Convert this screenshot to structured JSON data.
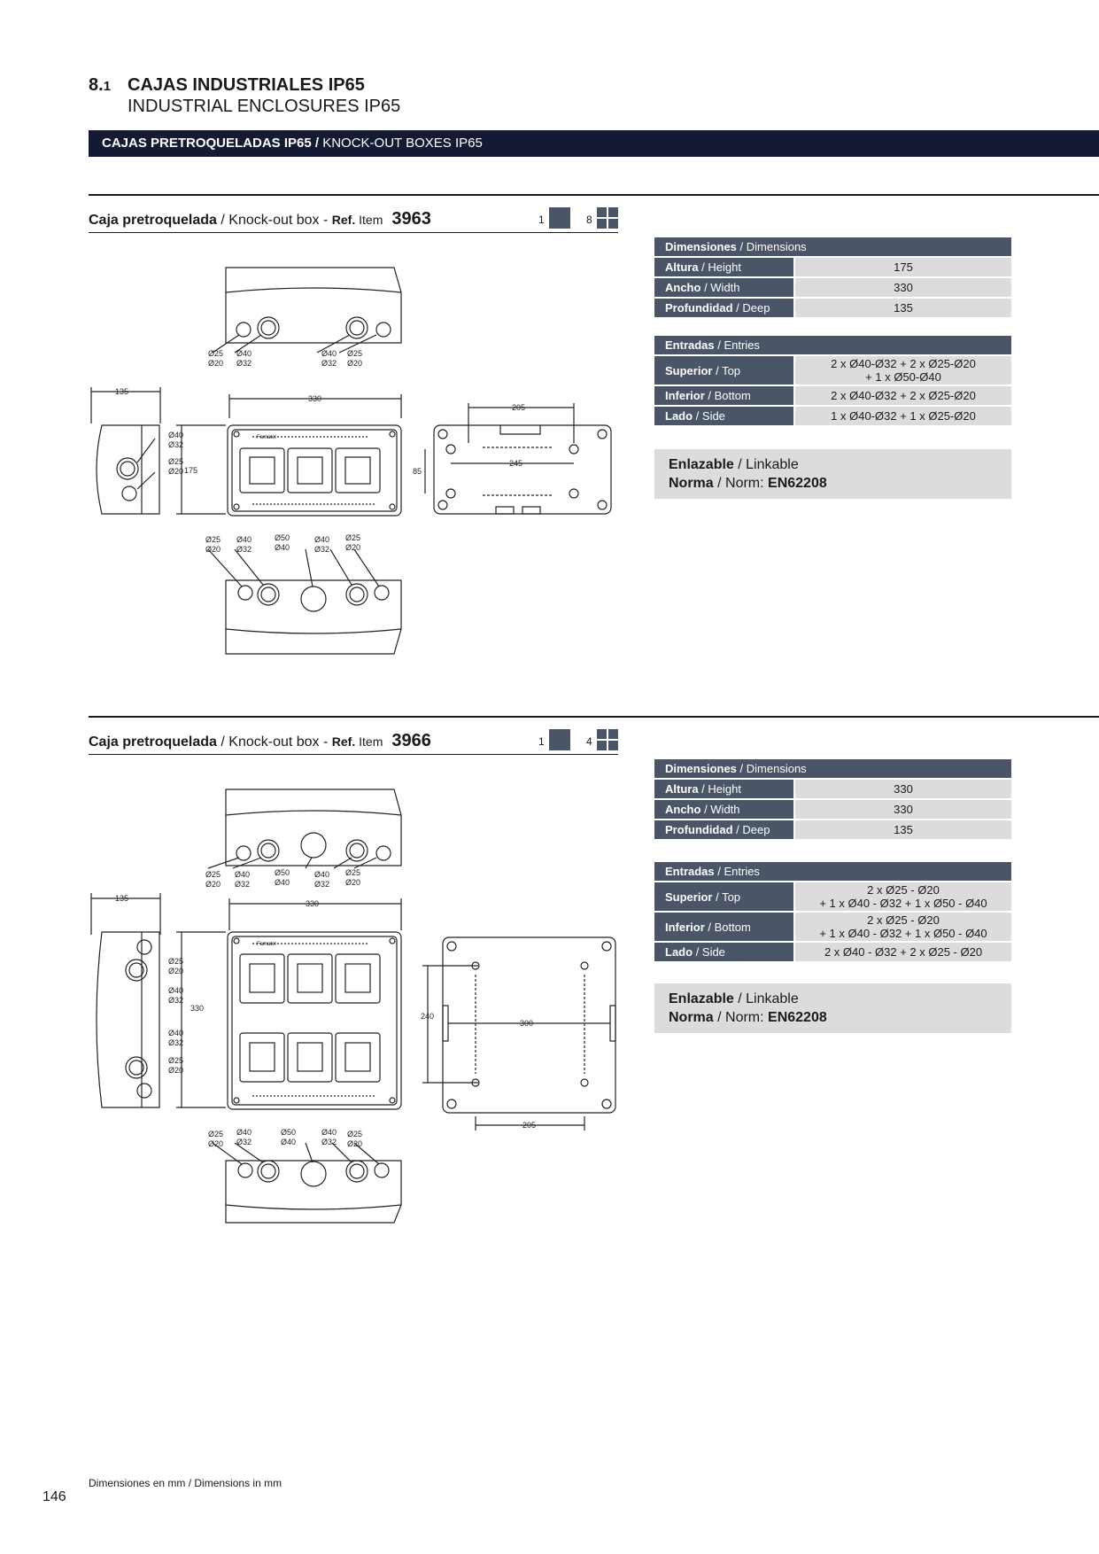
{
  "section": {
    "number": "8.",
    "number_small": "1",
    "title": "CAJAS INDUSTRIALES IP65",
    "subtitle": "INDUSTRIAL ENCLOSURES IP65"
  },
  "banner": {
    "bold": "CAJAS PRETROQUELADAS IP65 /",
    "normal": " KNOCK-OUT BOXES IP65"
  },
  "products": [
    {
      "title_es": "Caja pretroquelada",
      "title_en": " / Knock-out box - ",
      "ref_es": "Ref.",
      "ref_en": " Item",
      "ref_number": "3963",
      "pack_single": "1",
      "pack_multi": "8",
      "dimensions": {
        "header_es": "Dimensiones",
        "header_en": " / Dimensions",
        "rows": [
          {
            "key_es": "Altura",
            "key_en": " / Height",
            "value": "175"
          },
          {
            "key_es": "Ancho",
            "key_en": " / Width",
            "value": "330"
          },
          {
            "key_es": "Profundidad",
            "key_en": " / Deep",
            "value": "135"
          }
        ]
      },
      "entries": {
        "header_es": "Entradas",
        "header_en": " / Entries",
        "rows": [
          {
            "key_es": "Superior",
            "key_en": " / Top",
            "line1": "2 x Ø40-Ø32 + 2 x Ø25-Ø20",
            "line2": "+ 1 x Ø50-Ø40"
          },
          {
            "key_es": "Inferior",
            "key_en": " / Bottom",
            "line1": "2 x Ø40-Ø32 + 2 x Ø25-Ø20",
            "line2": ""
          },
          {
            "key_es": "Lado",
            "key_en": " / Side",
            "line1": "1 x Ø40-Ø32 + 1 x Ø25-Ø20",
            "line2": ""
          }
        ]
      },
      "linkable": {
        "es": "Enlazable",
        "en": " / Linkable"
      },
      "norm": {
        "es": "Norma",
        "en": " / Norm: ",
        "value": "EN62208"
      },
      "drawing": {
        "dim_depth": "135",
        "dim_width": "330",
        "dim_height": "175",
        "dim_fix_w": "205",
        "dim_fix_inner": "245",
        "dim_fix_h": "85",
        "top_labels": [
          {
            "a": "Ø25",
            "b": "Ø20"
          },
          {
            "a": "Ø40",
            "b": "Ø32"
          },
          {
            "a": "Ø40",
            "b": "Ø32"
          },
          {
            "a": "Ø25",
            "b": "Ø20"
          }
        ],
        "side_labels": [
          {
            "a": "Ø40",
            "b": "Ø32"
          },
          {
            "a": "Ø25",
            "b": "Ø20"
          }
        ],
        "bottom_labels": [
          {
            "a": "Ø25",
            "b": "Ø20"
          },
          {
            "a": "Ø40",
            "b": "Ø32"
          },
          {
            "a": "Ø50",
            "b": "Ø40"
          },
          {
            "a": "Ø40",
            "b": "Ø32"
          },
          {
            "a": "Ø25",
            "b": "Ø20"
          }
        ],
        "brand": "Famatel"
      }
    },
    {
      "title_es": "Caja pretroquelada",
      "title_en": " / Knock-out box - ",
      "ref_es": "Ref.",
      "ref_en": " Item",
      "ref_number": "3966",
      "pack_single": "1",
      "pack_multi": "4",
      "dimensions": {
        "header_es": "Dimensiones",
        "header_en": " / Dimensions",
        "rows": [
          {
            "key_es": "Altura",
            "key_en": " / Height",
            "value": "330"
          },
          {
            "key_es": "Ancho",
            "key_en": " / Width",
            "value": "330"
          },
          {
            "key_es": "Profundidad",
            "key_en": " / Deep",
            "value": "135"
          }
        ]
      },
      "entries": {
        "header_es": "Entradas",
        "header_en": " / Entries",
        "rows": [
          {
            "key_es": "Superior",
            "key_en": " / Top",
            "line1": "2 x Ø25 - Ø20",
            "line2": "+ 1 x Ø40 - Ø32 + 1 x Ø50 - Ø40"
          },
          {
            "key_es": "Inferior",
            "key_en": " / Bottom",
            "line1": "2 x Ø25 - Ø20",
            "line2": "+ 1 x Ø40 - Ø32 + 1 x Ø50 - Ø40"
          },
          {
            "key_es": "Lado",
            "key_en": " / Side",
            "line1": "2 x Ø40 - Ø32 + 2 x Ø25 - Ø20",
            "line2": ""
          }
        ]
      },
      "linkable": {
        "es": "Enlazable",
        "en": " / Linkable"
      },
      "norm": {
        "es": "Norma",
        "en": " / Norm: ",
        "value": "EN62208"
      },
      "drawing": {
        "dim_depth": "135",
        "dim_width": "330",
        "dim_height": "330",
        "dim_fix_w": "205",
        "dim_fix_inner": "300",
        "dim_fix_h": "240",
        "top_labels": [
          {
            "a": "Ø25",
            "b": "Ø20"
          },
          {
            "a": "Ø40",
            "b": "Ø32"
          },
          {
            "a": "Ø50",
            "b": "Ø40"
          },
          {
            "a": "Ø40",
            "b": "Ø32"
          },
          {
            "a": "Ø25",
            "b": "Ø20"
          }
        ],
        "side_labels": [
          {
            "a": "Ø25",
            "b": "Ø20"
          },
          {
            "a": "Ø40",
            "b": "Ø32"
          },
          {
            "a": "Ø40",
            "b": "Ø32"
          },
          {
            "a": "Ø25",
            "b": "Ø20"
          }
        ],
        "bottom_labels": [
          {
            "a": "Ø25",
            "b": "Ø20"
          },
          {
            "a": "Ø40",
            "b": "Ø32"
          },
          {
            "a": "Ø50",
            "b": "Ø40"
          },
          {
            "a": "Ø40",
            "b": "Ø32"
          },
          {
            "a": "Ø25",
            "b": "Ø20"
          }
        ],
        "brand": "Famatel"
      }
    }
  ],
  "footer": {
    "note_es": "Dimensiones en mm",
    "note_en": " / Dimensions in mm",
    "page": "146"
  }
}
